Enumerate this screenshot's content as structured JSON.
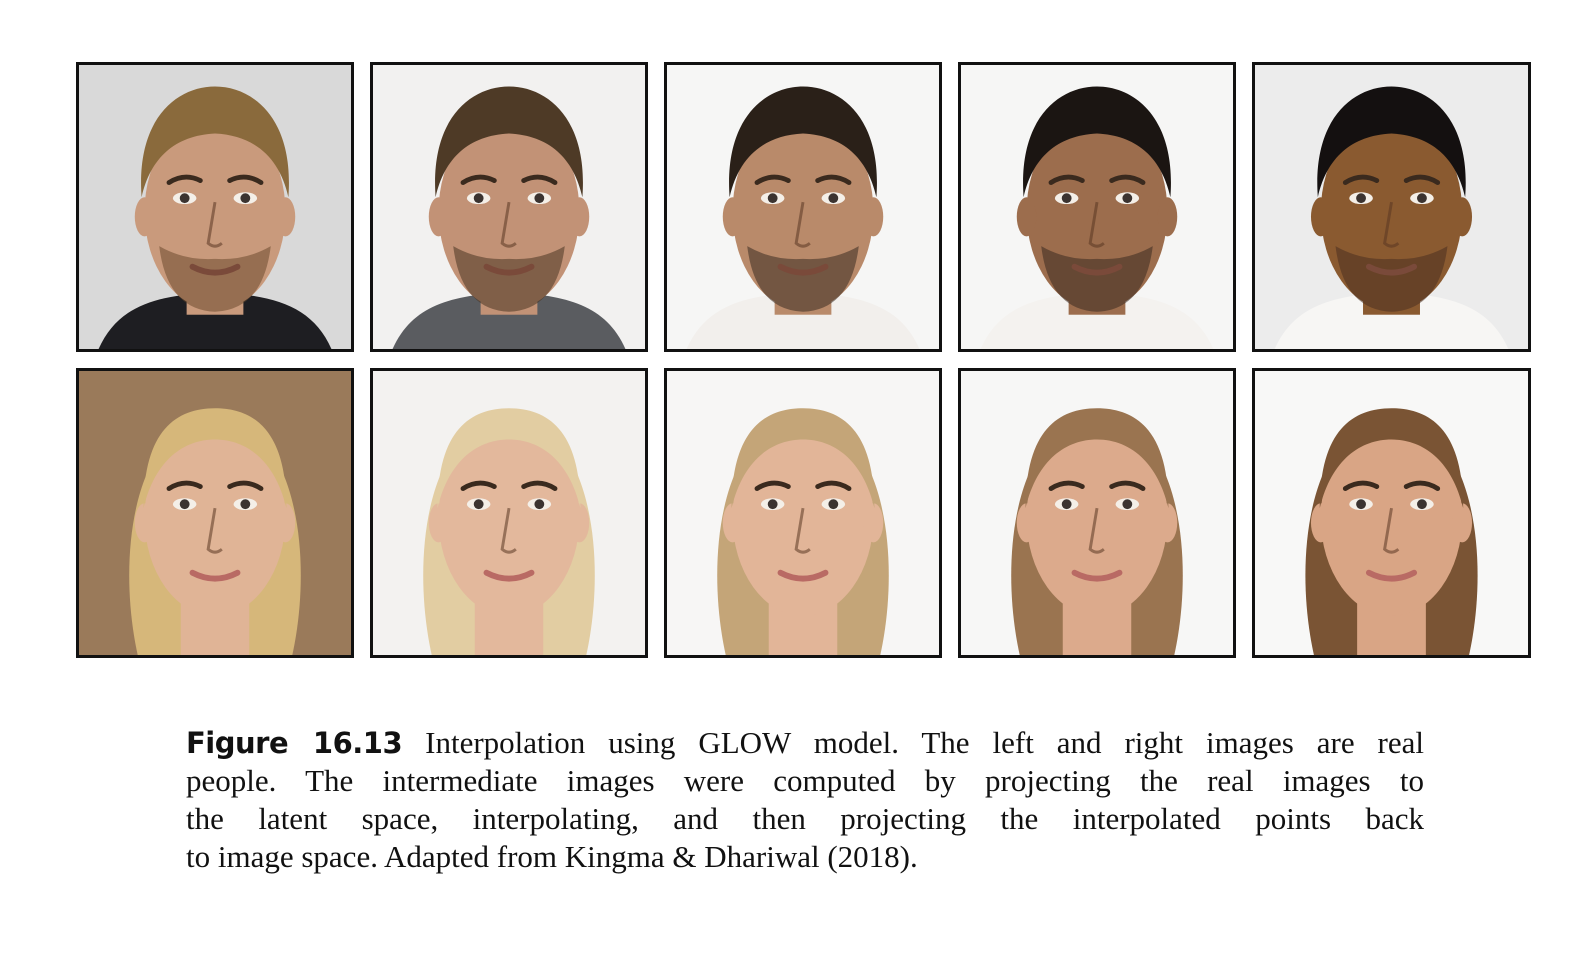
{
  "figure": {
    "label": "Figure 16.13",
    "caption_lines": [
      " Interpolation using GLOW model.  The left and right images are real",
      "people.  The intermediate images were computed by projecting the real images to",
      "the latent space, interpolating, and then projecting the interpolated points back",
      "to image space.  Adapted from Kingma & Dhariwal (2018)."
    ]
  },
  "rows": [
    {
      "name": "male-interpolation",
      "panels": [
        {
          "role": "real",
          "skin": "#c99a7c",
          "hair": "#8a6a3c",
          "bg": "#d9d9d9",
          "shirt": "#1e1e22",
          "beard": "#6b4a2e"
        },
        {
          "role": "interpolated",
          "skin": "#c29276",
          "hair": "#4e3a26",
          "bg": "#f2f1f0",
          "shirt": "#5a5c60",
          "beard": "#4b3422"
        },
        {
          "role": "interpolated",
          "skin": "#b98a6a",
          "hair": "#2a2018",
          "bg": "#f6f6f5",
          "shirt": "#f2efec",
          "beard": "#3b2b20"
        },
        {
          "role": "interpolated",
          "skin": "#9c6d4d",
          "hair": "#1b1512",
          "bg": "#f6f6f5",
          "shirt": "#f4f2ef",
          "beard": "#3a2a20"
        },
        {
          "role": "real",
          "skin": "#8a5a30",
          "hair": "#141010",
          "bg": "#ececec",
          "shirt": "#f7f6f4",
          "beard": "#4a3020"
        }
      ]
    },
    {
      "name": "female-interpolation",
      "panels": [
        {
          "role": "real",
          "skin": "#e0b496",
          "hair": "#d6b77a",
          "bg": "#9a7a5a",
          "shirt": "#e0b496",
          "beard": ""
        },
        {
          "role": "interpolated",
          "skin": "#e3b89c",
          "hair": "#e2cda2",
          "bg": "#f3f2f0",
          "shirt": "#e3b89c",
          "beard": ""
        },
        {
          "role": "interpolated",
          "skin": "#e2b598",
          "hair": "#c4a578",
          "bg": "#f7f6f5",
          "shirt": "#e2b598",
          "beard": ""
        },
        {
          "role": "interpolated",
          "skin": "#dcaa8c",
          "hair": "#9a7450",
          "bg": "#f7f7f6",
          "shirt": "#dcaa8c",
          "beard": ""
        },
        {
          "role": "real",
          "skin": "#d9a585",
          "hair": "#7a5434",
          "bg": "#f8f8f7",
          "shirt": "#d9a585",
          "beard": ""
        }
      ]
    }
  ]
}
